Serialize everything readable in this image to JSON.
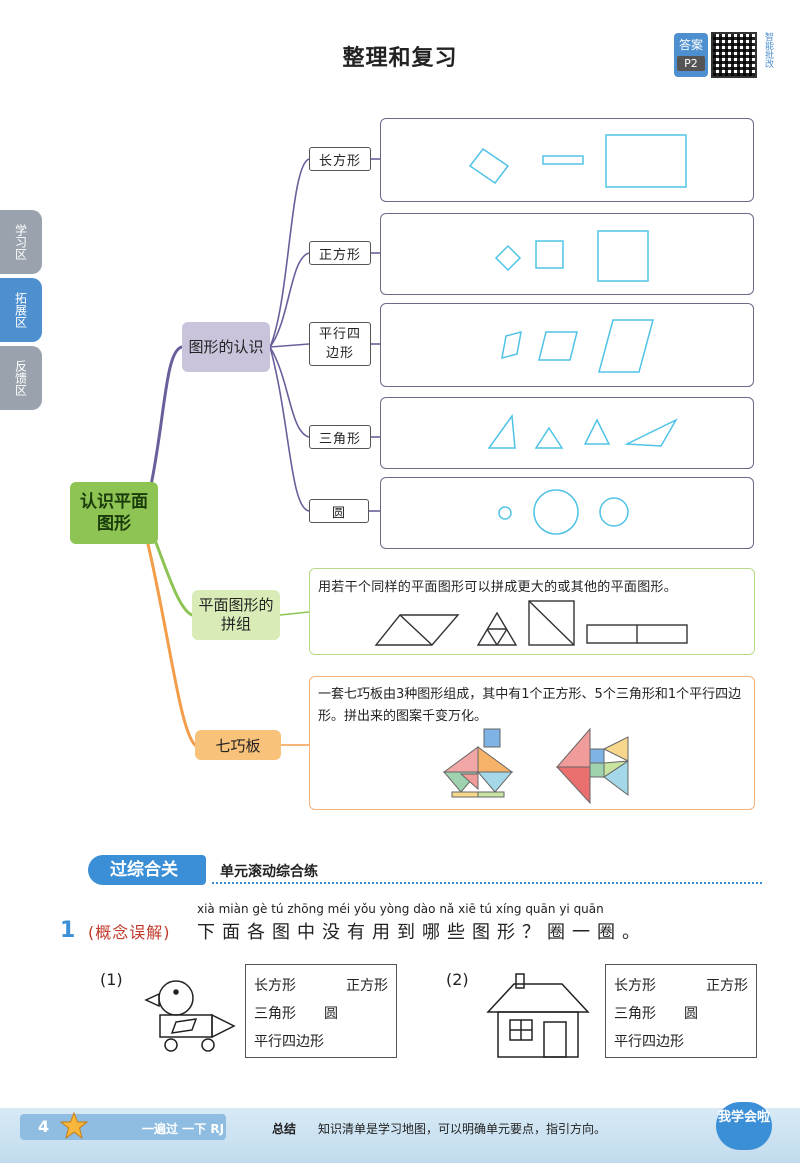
{
  "header": {
    "title": "整理和复习",
    "answer_label": "答案",
    "answer_page": "P2",
    "qr_caption": "智能批改"
  },
  "side_tabs": [
    "学习区",
    "拓展区",
    "反馈区"
  ],
  "mind_map": {
    "root": "认识平面图形",
    "branches": {
      "shapes": {
        "label": "图形的认识",
        "leaves": [
          "长方形",
          "正方形",
          "平行四边形",
          "三角形",
          "圆"
        ]
      },
      "combine": {
        "label": "平面图形的拼组",
        "text": "用若干个同样的平面图形可以拼成更大的或其他的平面图形。"
      },
      "tangram": {
        "label": "七巧板",
        "text": "一套七巧板由3种图形组成，其中有1个正方形、5个三角形和1个平行四边形。拼出来的图案千变万化。"
      }
    },
    "colors": {
      "root": "#8dc453",
      "shapes_node": "#c9c4dc",
      "combine_node": "#d9ecb8",
      "tangram_node": "#f9c27a",
      "shape_outline": "#4fc3e6"
    }
  },
  "section": {
    "badge": "过综合关",
    "subtitle": "单元滚动综合练"
  },
  "question": {
    "number": "1",
    "tag": "(概念误解)",
    "text": "下面各图中没有用到哪些图形？圈一圈。",
    "pinyin": "xià miàn gè  tú zhōng méi yǒu yòng dào nǎ  xiē  tú  xíng      quān yi quān",
    "parts": [
      {
        "label": "(1)",
        "options": [
          "长方形",
          "正方形",
          "三角形",
          "圆",
          "平行四边形"
        ]
      },
      {
        "label": "(2)",
        "options": [
          "长方形",
          "正方形",
          "三角形",
          "圆",
          "平行四边形"
        ]
      }
    ]
  },
  "footer": {
    "page_number": "4",
    "brand": "一遍过 一下 RJ",
    "summary_label": "总结",
    "summary": "知识清单是学习地图，可以明确单元要点，指引方向。",
    "badge": "我学会啦"
  }
}
